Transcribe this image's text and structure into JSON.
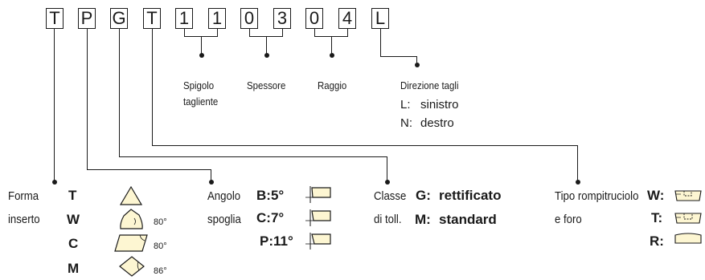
{
  "code_letters": [
    "T",
    "P",
    "G",
    "T",
    "1",
    "1",
    "0",
    "3",
    "0",
    "4",
    "L"
  ],
  "labels": {
    "spigolo": [
      "Spigolo",
      "tagliente"
    ],
    "spessore": "Spessore",
    "raggio": "Raggio",
    "direzione": {
      "title": "Direzione tagli",
      "items": [
        {
          "code": "L:",
          "text": "sinistro"
        },
        {
          "code": "N:",
          "text": "destro"
        }
      ]
    }
  },
  "forma": {
    "label": [
      "Forma",
      "inserto"
    ],
    "items": [
      {
        "code": "T",
        "shape": "triangle-icon",
        "angle": ""
      },
      {
        "code": "W",
        "shape": "trigon-icon",
        "angle": "80°"
      },
      {
        "code": "C",
        "shape": "rhombic-80-icon",
        "angle": "80°"
      },
      {
        "code": "M",
        "shape": "rhombic-86-icon",
        "angle": "86°"
      }
    ]
  },
  "angolo": {
    "label": [
      "Angolo",
      "spoglia"
    ],
    "items": [
      {
        "code": "B:5°",
        "shape": "clearance-5-icon"
      },
      {
        "code": "C:7°",
        "shape": "clearance-7-icon"
      },
      {
        "code": "P:11°",
        "shape": "clearance-11-icon"
      }
    ]
  },
  "classe": {
    "label": [
      "Classe",
      "di toll."
    ],
    "items": [
      {
        "code": "G:",
        "text": "rettificato"
      },
      {
        "code": "M:",
        "text": "standard"
      }
    ]
  },
  "tipo": {
    "label": [
      "Tipo rompitruciolo",
      "e foro"
    ],
    "items": [
      {
        "code": "W:",
        "shape": "chipbreaker-w-icon"
      },
      {
        "code": "T:",
        "shape": "chipbreaker-t-icon"
      },
      {
        "code": "R:",
        "shape": "chipbreaker-r-icon"
      }
    ]
  },
  "colors": {
    "ink": "#1a1a1a",
    "insert_fill": "#fdf6d2"
  }
}
